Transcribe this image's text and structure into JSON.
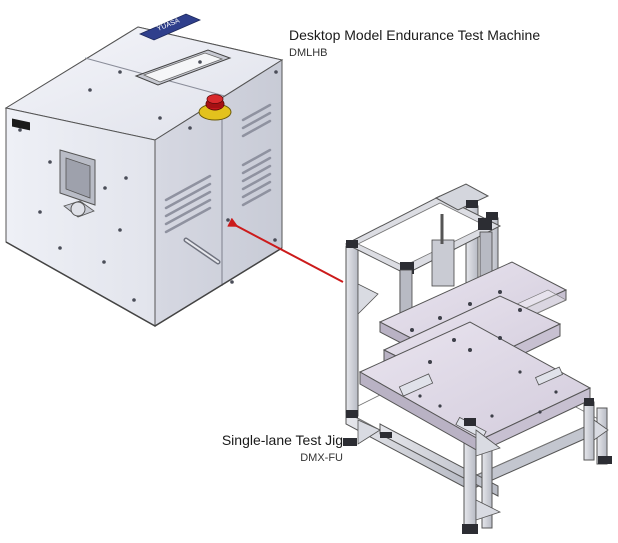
{
  "machine": {
    "title": "Desktop Model Endurance Test Machine",
    "model": "DMLHB",
    "badge_text": "YUASA",
    "badge_color": "#2f3f8c",
    "emergency_stop_color": "#c4171a",
    "emergency_stop_ring_color": "#e3c21d"
  },
  "jig": {
    "title": "Single-lane Test Jig",
    "model": "DMX-FU"
  },
  "pointer_arrow": {
    "color": "#cc1b1b"
  }
}
